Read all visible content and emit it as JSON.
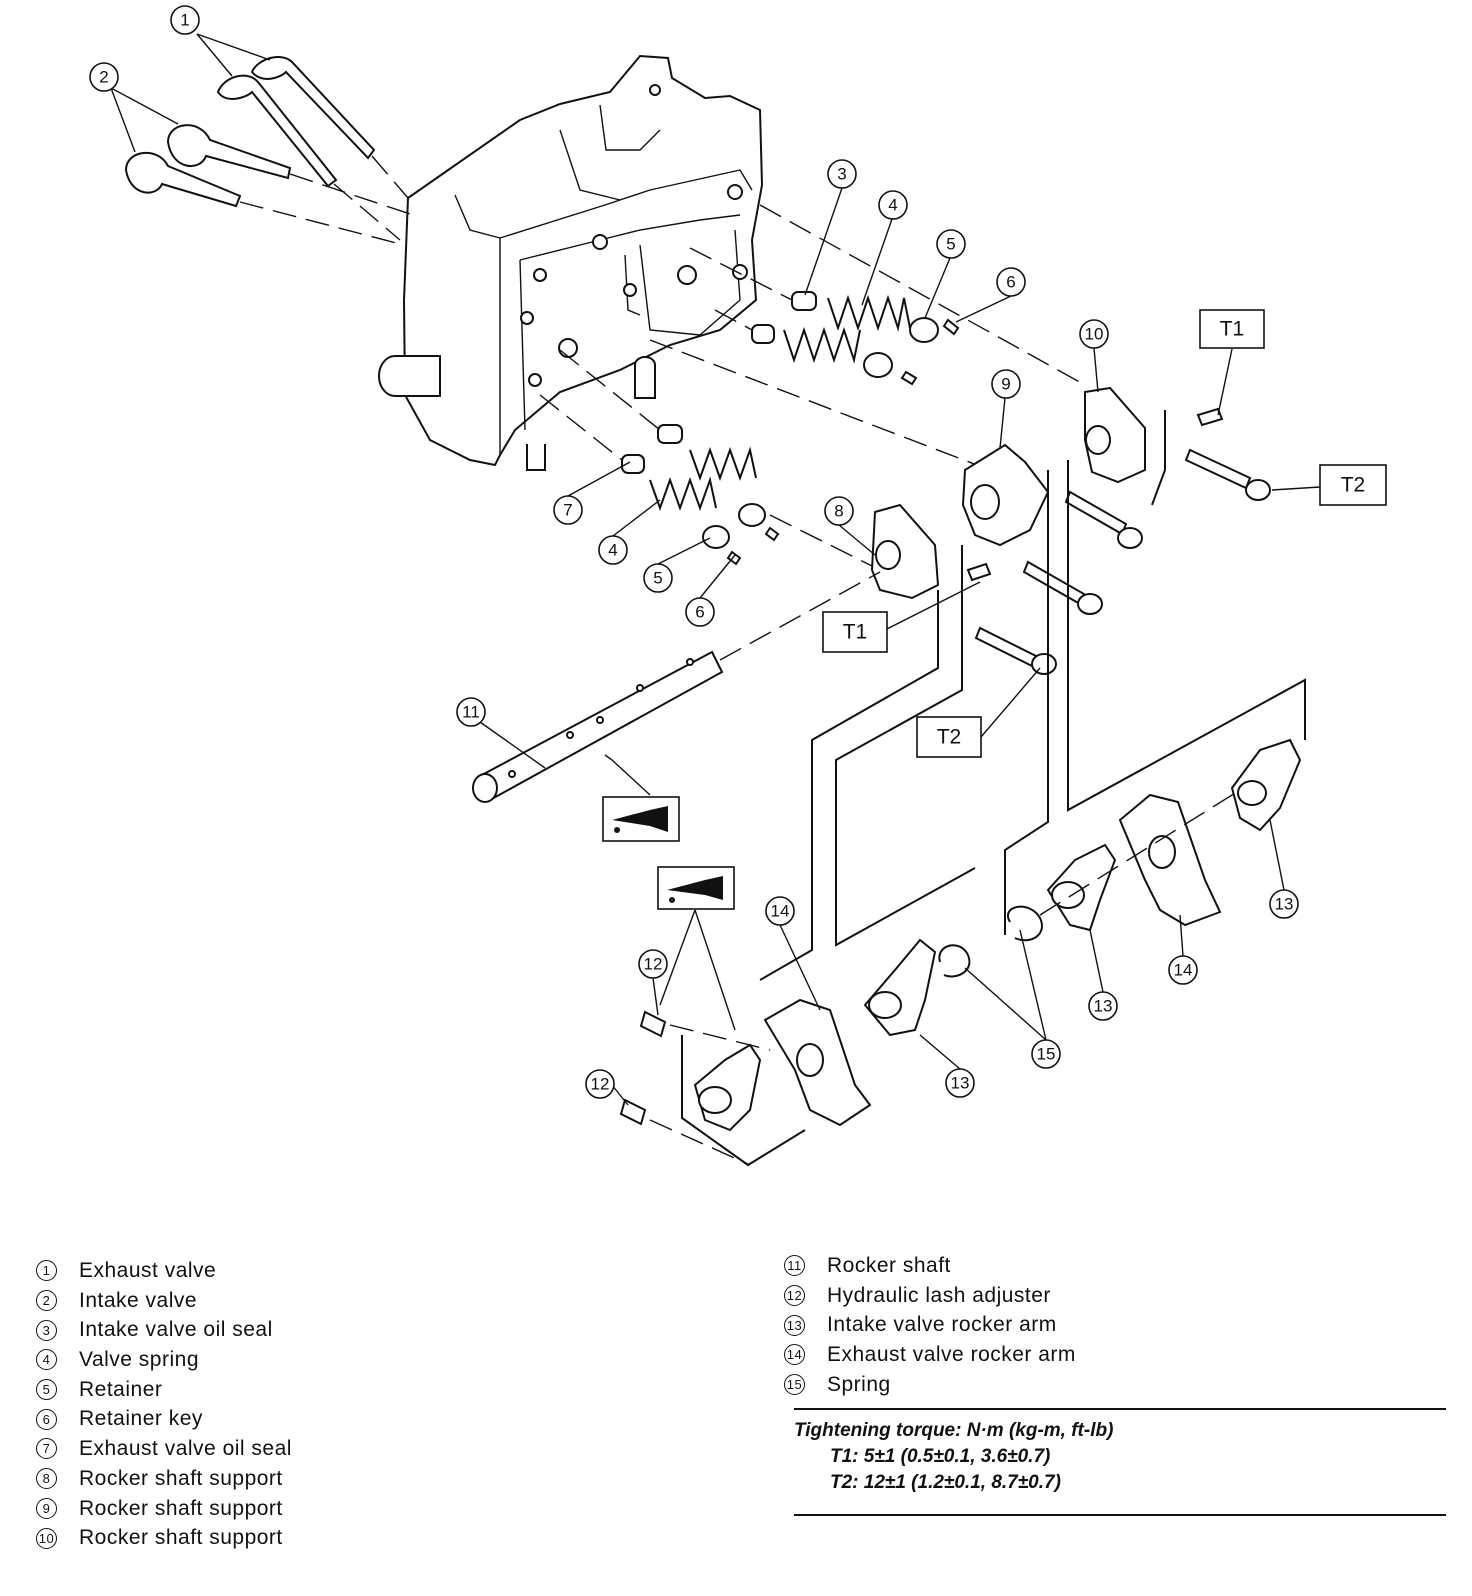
{
  "callouts": {
    "c1": "1",
    "c2": "2",
    "c3": "3",
    "c4a": "4",
    "c4b": "4",
    "c5a": "5",
    "c5b": "5",
    "c6a": "6",
    "c6b": "6",
    "c7": "7",
    "c8": "8",
    "c9": "9",
    "c10": "10",
    "c11": "11",
    "c12a": "12",
    "c12b": "12",
    "c13a": "13",
    "c13b": "13",
    "c13c": "13",
    "c14a": "14",
    "c14b": "14",
    "c15": "15"
  },
  "torque_boxes": {
    "t1_top": "T1",
    "t1_mid": "T1",
    "t2_right": "T2",
    "t2_mid": "T2"
  },
  "legend": {
    "left": [
      {
        "num": "1",
        "label": "Exhaust valve"
      },
      {
        "num": "2",
        "label": "Intake valve"
      },
      {
        "num": "3",
        "label": "Intake valve oil seal"
      },
      {
        "num": "4",
        "label": "Valve spring"
      },
      {
        "num": "5",
        "label": "Retainer"
      },
      {
        "num": "6",
        "label": "Retainer key"
      },
      {
        "num": "7",
        "label": "Exhaust valve oil seal"
      },
      {
        "num": "8",
        "label": "Rocker shaft support"
      },
      {
        "num": "9",
        "label": "Rocker shaft support"
      },
      {
        "num": "10",
        "label": "Rocker shaft support"
      }
    ],
    "right": [
      {
        "num": "11",
        "label": "Rocker shaft"
      },
      {
        "num": "12",
        "label": "Hydraulic lash adjuster"
      },
      {
        "num": "13",
        "label": "Intake valve rocker arm"
      },
      {
        "num": "14",
        "label": "Exhaust valve rocker arm"
      },
      {
        "num": "15",
        "label": "Spring"
      }
    ]
  },
  "torque": {
    "header": "Tightening torque: N·m (kg-m, ft-lb)",
    "t1": "T1: 5±1 (0.5±0.1, 3.6±0.7)",
    "t2": "T2: 12±1 (1.2±0.1, 8.7±0.7)"
  },
  "icons": {
    "oil_can": "oil-can-icon"
  }
}
